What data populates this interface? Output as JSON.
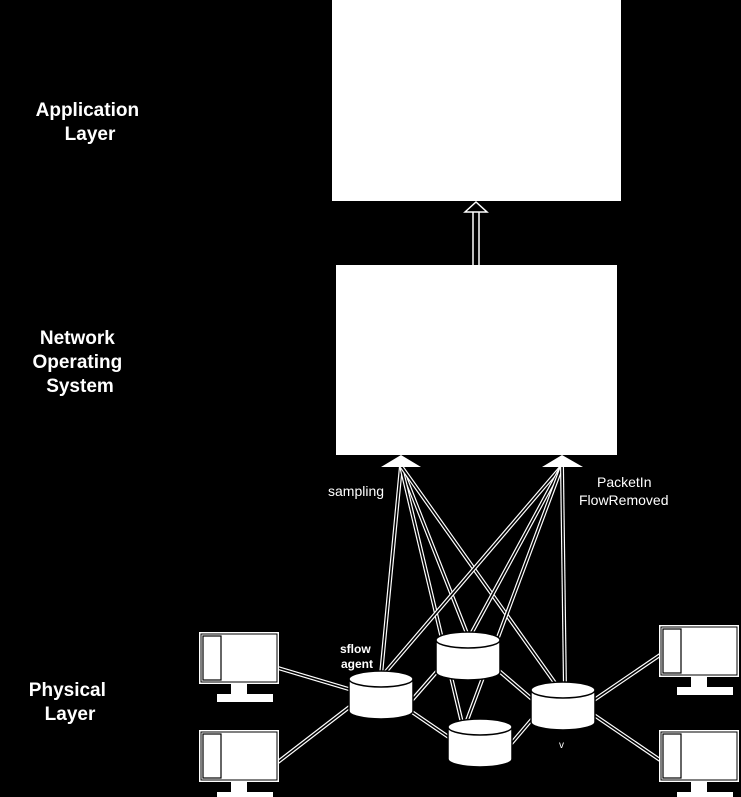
{
  "layers": {
    "application": [
      "Application",
      "Layer"
    ],
    "network_os": [
      "Network",
      "Operating",
      "System"
    ],
    "physical": [
      "Physical",
      "Layer"
    ]
  },
  "edge_labels": {
    "sampling": "sampling",
    "packetin": "PacketIn",
    "flowremoved": "FlowRemoved"
  },
  "sflow_agent": [
    "sflow",
    "agent"
  ],
  "switch_marker": "v",
  "colors": {
    "background": "#000000",
    "foreground": "#ffffff"
  }
}
